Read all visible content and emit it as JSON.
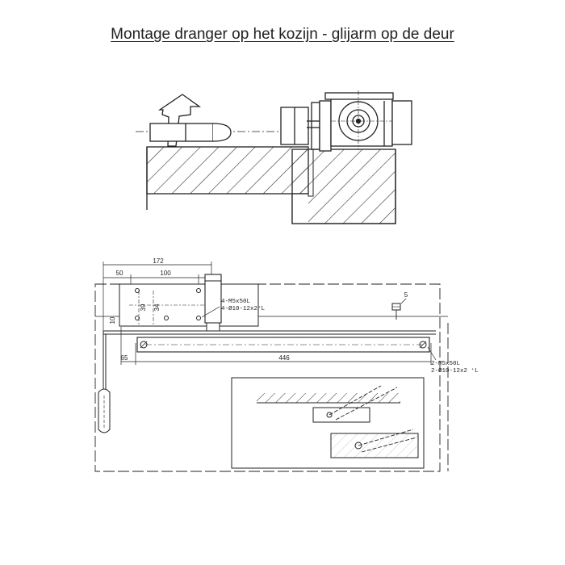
{
  "title": "Montage dranger op het kozijn - glijarm op de deur",
  "dimensions": {
    "overall_width": "172",
    "left_offset": "50",
    "hole_spacing": "100",
    "hole_height_a": "39",
    "hole_height_b": "34",
    "arm_height": "10",
    "door_offset": "65",
    "track_length": "446",
    "screw_detail": "5"
  },
  "labels": {
    "closer_screws": "4-M5x50L",
    "closer_washers": "4-Ø10-12x2⁺L",
    "track_screws": "2-M5x50L",
    "track_washers": "2-Ø10-12x2 ⁺L"
  }
}
